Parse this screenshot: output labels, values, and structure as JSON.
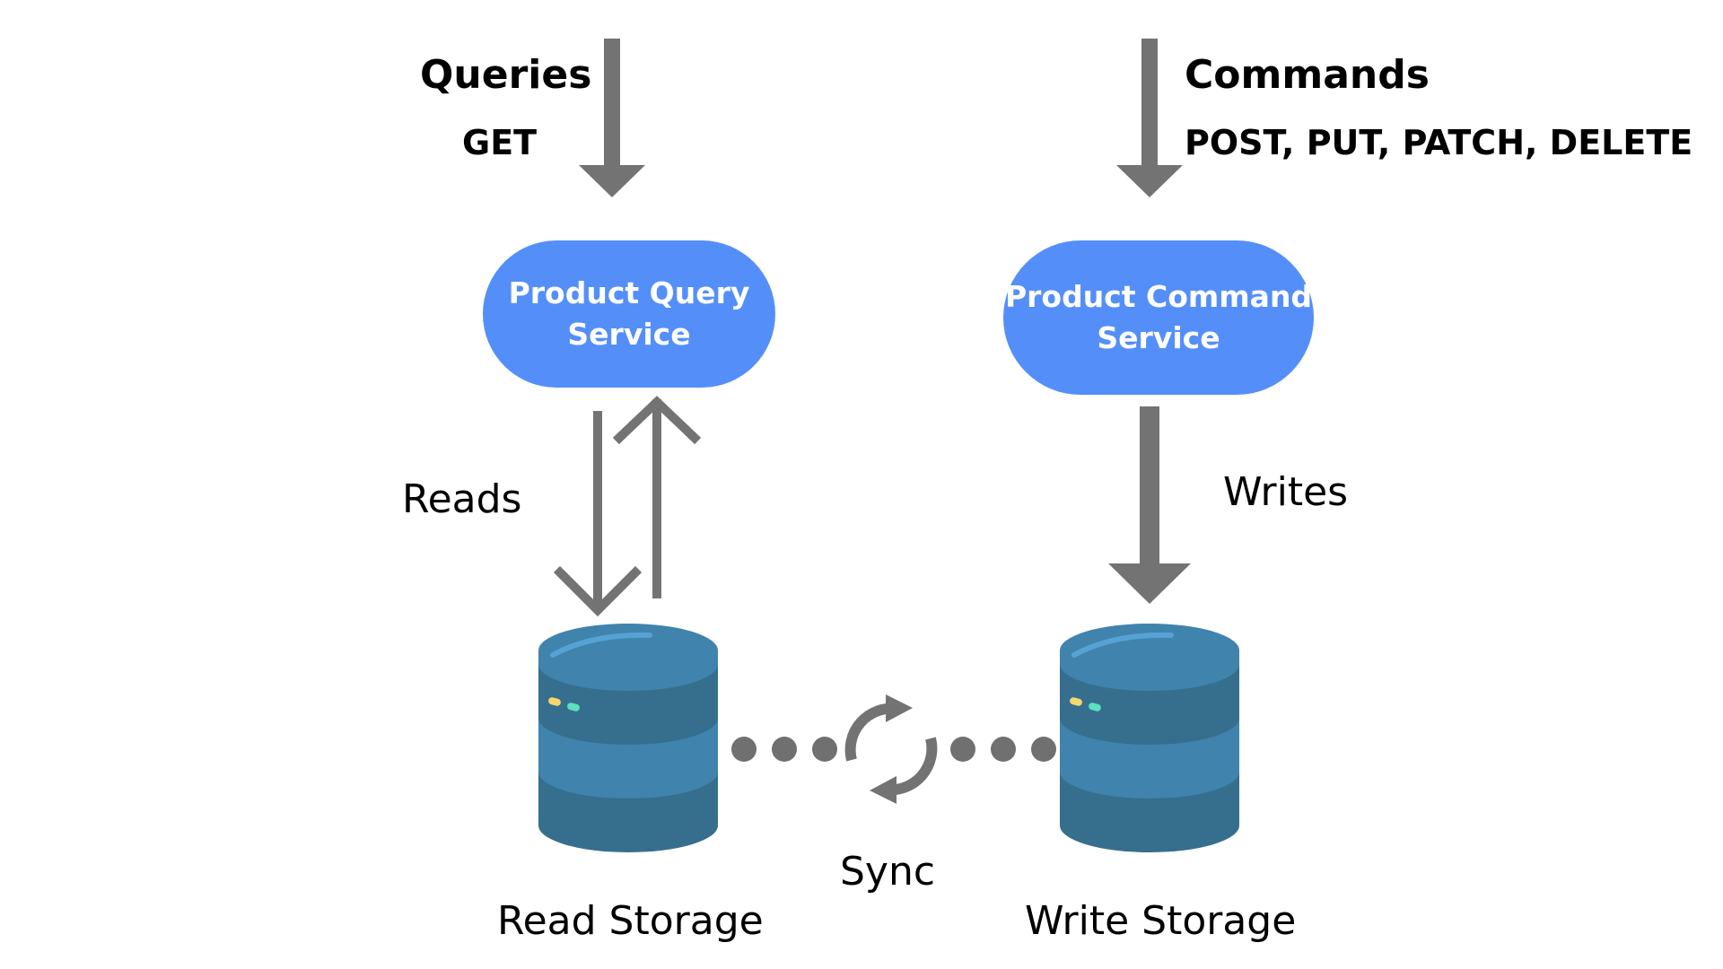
{
  "left": {
    "heading": "Queries",
    "method": "GET",
    "service_line1": "Product Query",
    "service_line2": "Service",
    "flow_label": "Reads",
    "storage_label": "Read Storage"
  },
  "right": {
    "heading": "Commands",
    "method": "POST, PUT, PATCH, DELETE",
    "service_line1": "Product Command",
    "service_line2": "Service",
    "flow_label": "Writes",
    "storage_label": "Write Storage"
  },
  "sync_label": "Sync",
  "icons": {
    "arrows": "arrow-icon",
    "database": "database-icon",
    "sync": "sync-icon"
  },
  "colors": {
    "service_fill": "#548ff9",
    "arrow": "#737373",
    "db_light": "#4083ad",
    "db_dark": "#356f8d",
    "db_highlight": "#56a2d4",
    "led_yellow": "#f5d76e",
    "led_green": "#5ce0c0",
    "dots": "#707070"
  }
}
